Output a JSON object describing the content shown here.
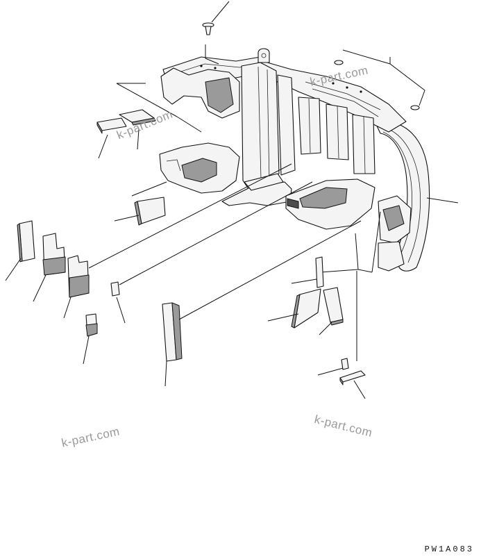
{
  "drawing": {
    "code": "PW1A083",
    "watermarks": [
      "k-part.com",
      "k-part.com",
      "k-part.com",
      "k-part.com"
    ]
  }
}
